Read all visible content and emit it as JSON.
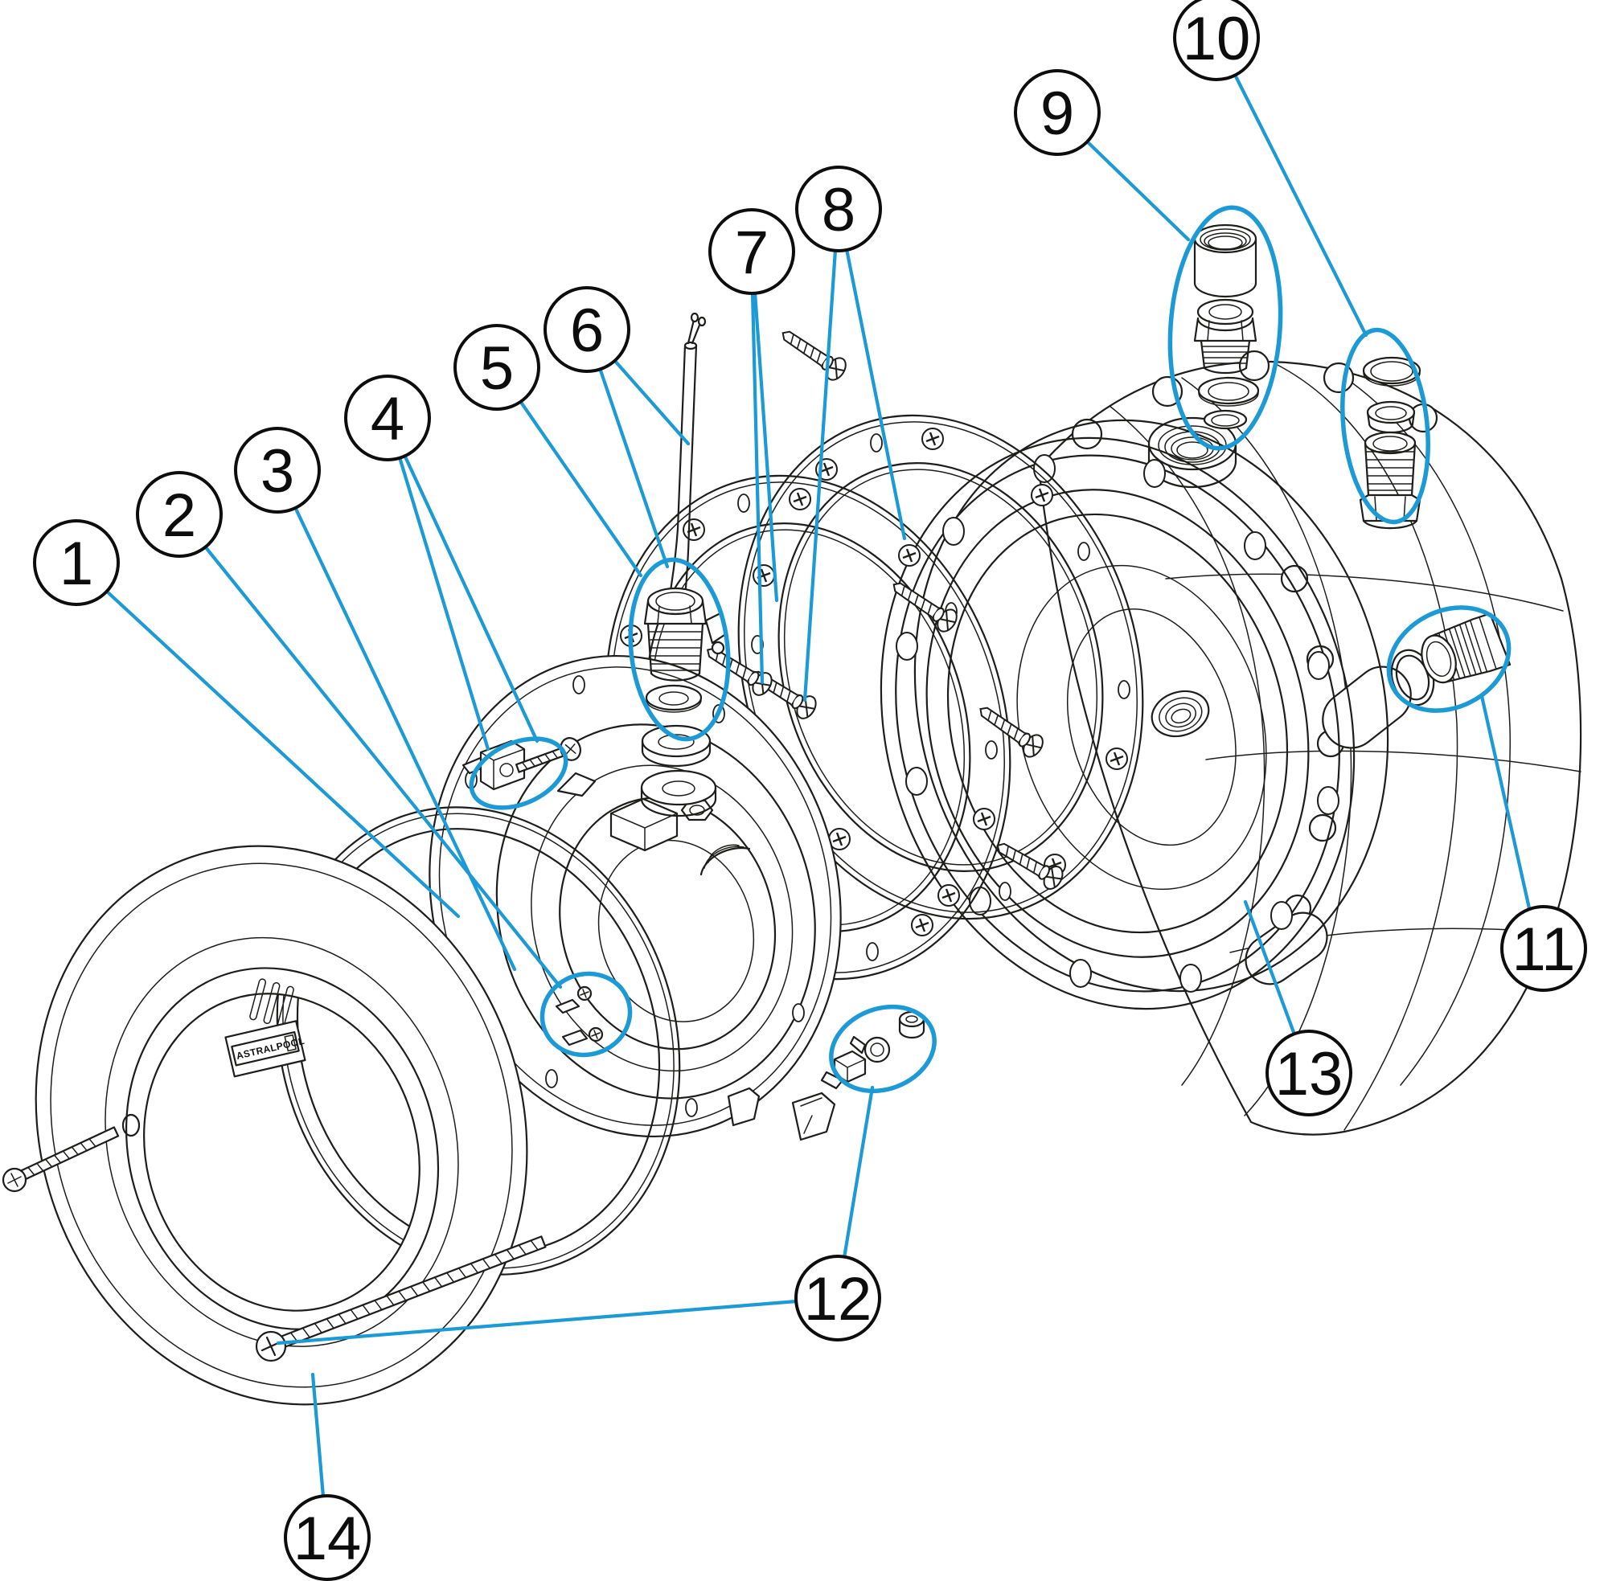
{
  "figure": {
    "type": "exploded-parts-diagram",
    "description": "Exploded view line drawing of an underwater pool light and niche assembly with numbered callouts"
  },
  "brand_label": "ASTRALPOOL",
  "colors": {
    "accent": "#1b9ad6",
    "ink": "#1d1d1b",
    "background": "#ffffff"
  },
  "callouts": [
    {
      "number": "1",
      "target": "lamp-lens-rim"
    },
    {
      "number": "2",
      "target": "terminal-screws"
    },
    {
      "number": "3",
      "target": "lamp-body-ring"
    },
    {
      "number": "4",
      "target": "fixing-clamp-and-screw"
    },
    {
      "number": "5",
      "target": "cable-gland-stack"
    },
    {
      "number": "6",
      "target": "power-cable"
    },
    {
      "number": "7",
      "target": "sealing-gasket-ring"
    },
    {
      "number": "8",
      "target": "ring-fixing-screws"
    },
    {
      "number": "9",
      "target": "conduit-coupling-set"
    },
    {
      "number": "10",
      "target": "cable-gland-reducer-set"
    },
    {
      "number": "11",
      "target": "plug-and-o-ring"
    },
    {
      "number": "12",
      "target": "terminal-clip-kit"
    },
    {
      "number": "13",
      "target": "niche-housing"
    },
    {
      "number": "14",
      "target": "front-trim-ring"
    }
  ],
  "highlights": [
    {
      "name": "clamp-and-screw-oval"
    },
    {
      "name": "cable-gland-stack-oval"
    },
    {
      "name": "terminal-screws-oval"
    },
    {
      "name": "conduit-coupling-oval"
    },
    {
      "name": "gland-reducer-oval"
    },
    {
      "name": "plug-o-ring-oval"
    },
    {
      "name": "terminal-clip-kit-oval"
    }
  ]
}
